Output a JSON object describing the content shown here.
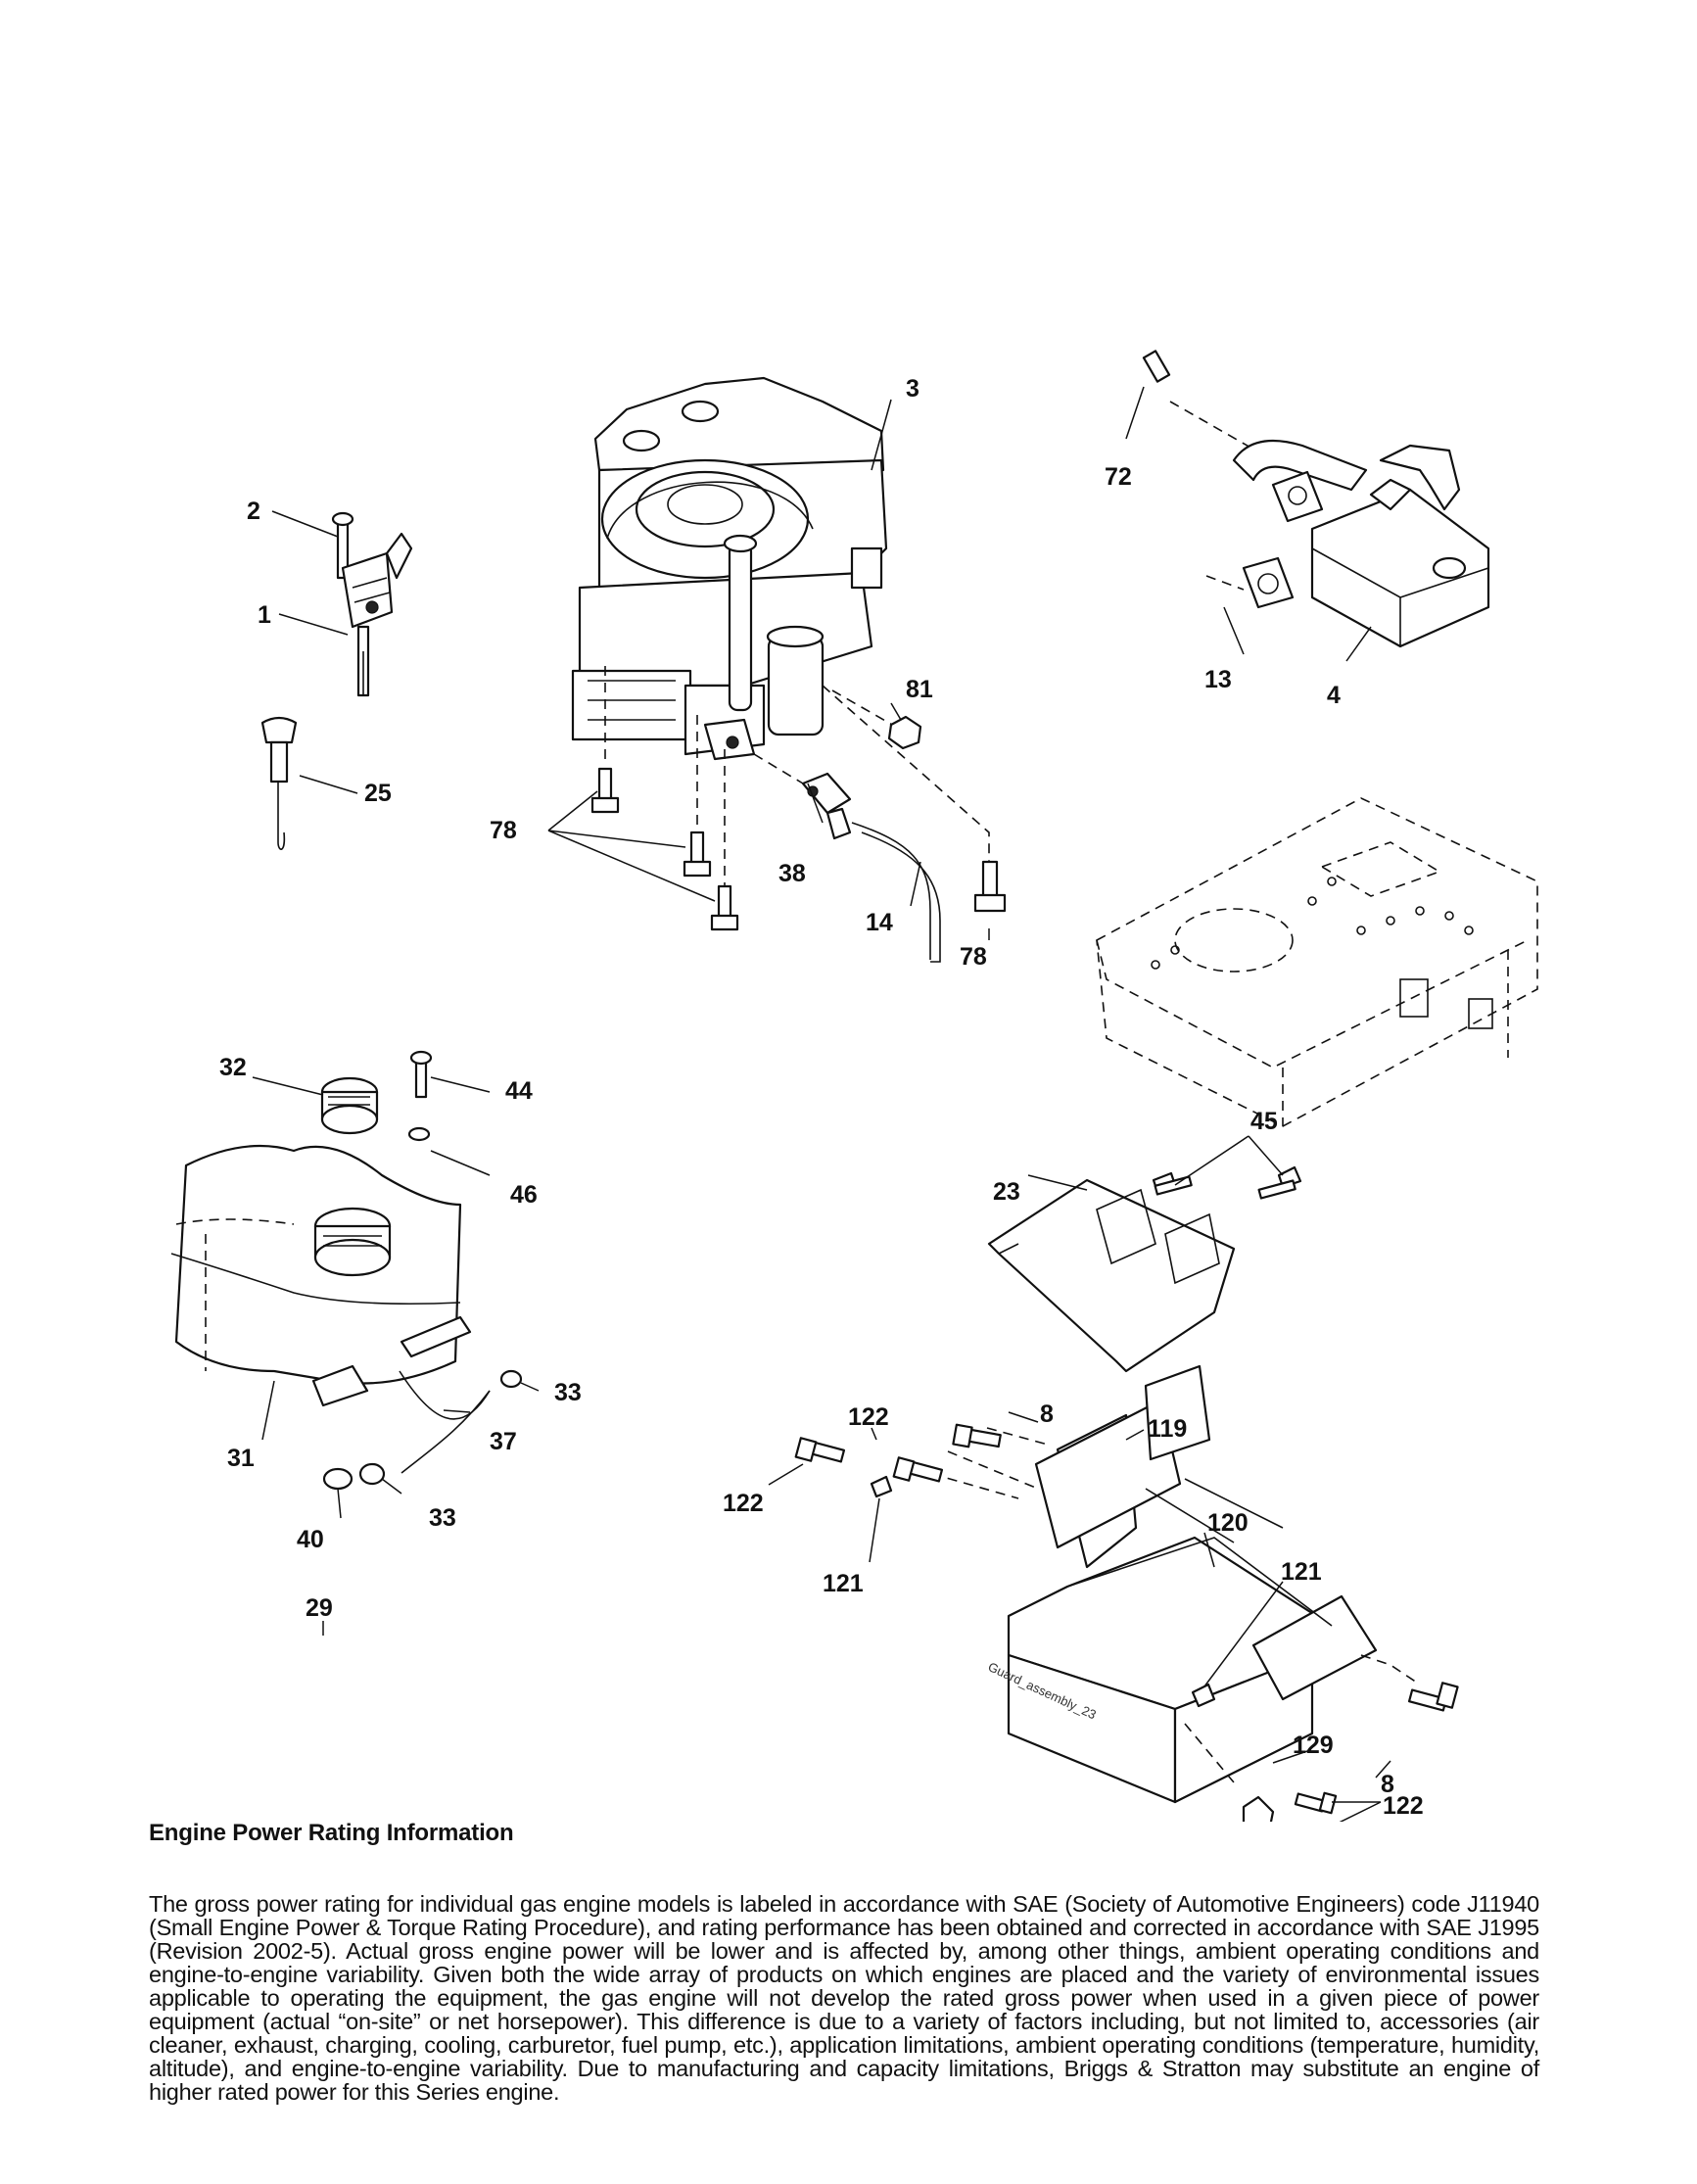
{
  "callouts": {
    "c1": "1",
    "c2": "2",
    "c3": "3",
    "c4": "4",
    "c8a": "8",
    "c8b": "8",
    "c13": "13",
    "c14": "14",
    "c23": "23",
    "c25": "25",
    "c29": "29",
    "c31": "31",
    "c32": "32",
    "c33a": "33",
    "c33b": "33",
    "c37": "37",
    "c38": "38",
    "c40": "40",
    "c44": "44",
    "c45": "45",
    "c46": "46",
    "c72": "72",
    "c78a": "78",
    "c78b": "78",
    "c81": "81",
    "c119": "119",
    "c120": "120",
    "c121a": "121",
    "c121b": "121",
    "c122a": "122",
    "c122b": "122",
    "c122c": "122",
    "c129": "129"
  },
  "watermark": "Guard_assembly_23",
  "rating": {
    "heading": "Engine Power Rating Information",
    "body": "The gross power rating for individual gas engine models is labeled in accordance with SAE (Society of Automotive Engineers) code J11940 (Small Engine Power & Torque Rating Procedure), and rating performance has been obtained and corrected in accordance with SAE J1995 (Revision 2002-5). Actual gross engine power will be lower and is affected by, among other things, ambient operating conditions and engine-to-engine variability. Given both the wide array of products on which engines are placed and the variety of environmental issues applicable to operating the equipment, the gas engine will not develop the rated gross power when used in a given piece of power equipment (actual “on-site” or net horsepower). This difference is due to a variety of factors including, but not limited to, accessories (air cleaner, exhaust, charging, cooling, carburetor, fuel pump, etc.), application limitations, ambient operating conditions (temperature, humidity, altitude), and engine-to-engine variability. Due to manufacturing and capacity limitations, Briggs & Stratton may substitute an engine of higher rated power for this Series engine."
  }
}
